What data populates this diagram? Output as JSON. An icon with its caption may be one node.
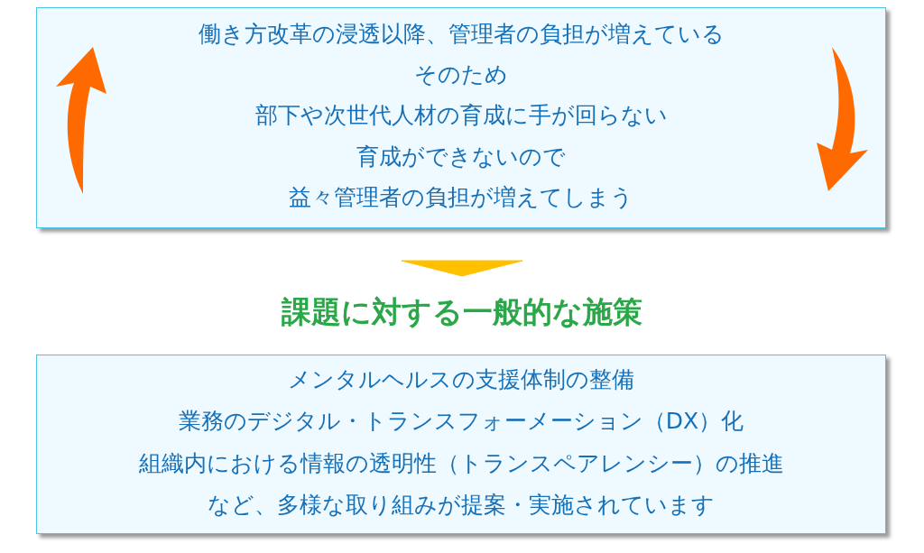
{
  "diagram": {
    "nodes": [
      {
        "text": [
          "働き方改革の浸透以降、管理者の負担が増えている",
          "そのため",
          "部下や次世代人材の育成に手が回らない",
          "育成ができないので",
          "益々管理者の負担が増えてしまう"
        ]
      },
      {
        "text": [
          "課題に対する一般的な施策"
        ]
      },
      {
        "text": [
          "メンタルヘルスの支援体制の整備",
          "業務のデジタル・トランスフォーメーション（DX）化",
          "組織内における情報の透明性（トランスペアレンシー）の推進",
          "など、多様な取り組みが提案・実施されています"
        ]
      }
    ],
    "edges": [
      {
        "from": 0,
        "to": 1,
        "arrow": "to",
        "color": "#ffc000"
      }
    ]
  }
}
